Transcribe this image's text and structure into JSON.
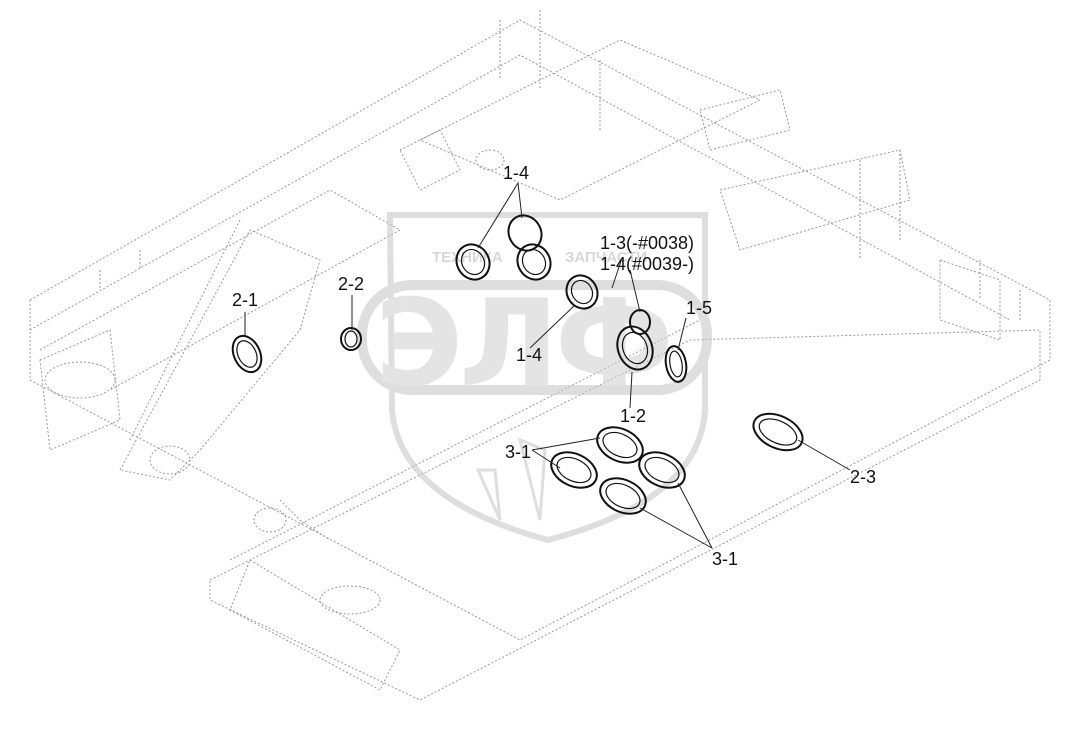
{
  "watermark": {
    "brand_left": "ТЕХНИКА",
    "brand_right": "ЗАПЧАСТИ",
    "logo": "ЭЛФ"
  },
  "labels": {
    "l_1_4_top": "1-4",
    "l_1_3": "1-3(-#0038)",
    "l_1_4_range": "1-4(#0039-)",
    "l_1_5": "1-5",
    "l_2_1": "2-1",
    "l_2_2": "2-2",
    "l_1_4_mid": "1-4",
    "l_1_2": "1-2",
    "l_3_1_left": "3-1",
    "l_2_3": "2-3",
    "l_3_1_bottom": "3-1"
  }
}
